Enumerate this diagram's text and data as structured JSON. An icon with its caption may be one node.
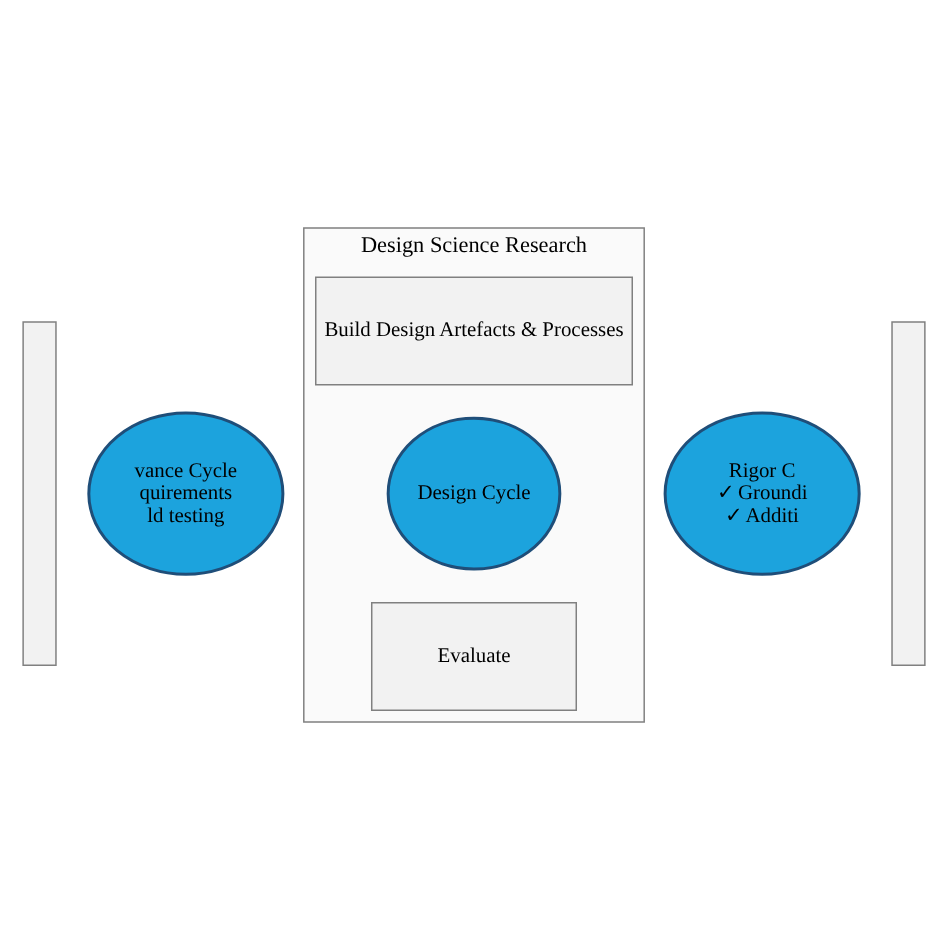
{
  "diagram": {
    "nodes": [
      {
        "text": [
          "Design Science Research"
        ]
      },
      {
        "text": [
          "Build Design Artefacts & Processes"
        ],
        "in": 0
      },
      {
        "text": [
          "Design Cycle"
        ],
        "in": 0
      },
      {
        "text": [
          "Evaluate"
        ],
        "in": 0
      },
      {
        "text": [],
        "shape": "box"
      },
      {
        "text": [
          "vance Cycle",
          "quirements",
          "ld testing"
        ]
      },
      {
        "text": [
          "Rigor C",
          "✓ Groundi",
          "✓ Additi"
        ]
      },
      {
        "text": [],
        "shape": "box"
      }
    ]
  }
}
